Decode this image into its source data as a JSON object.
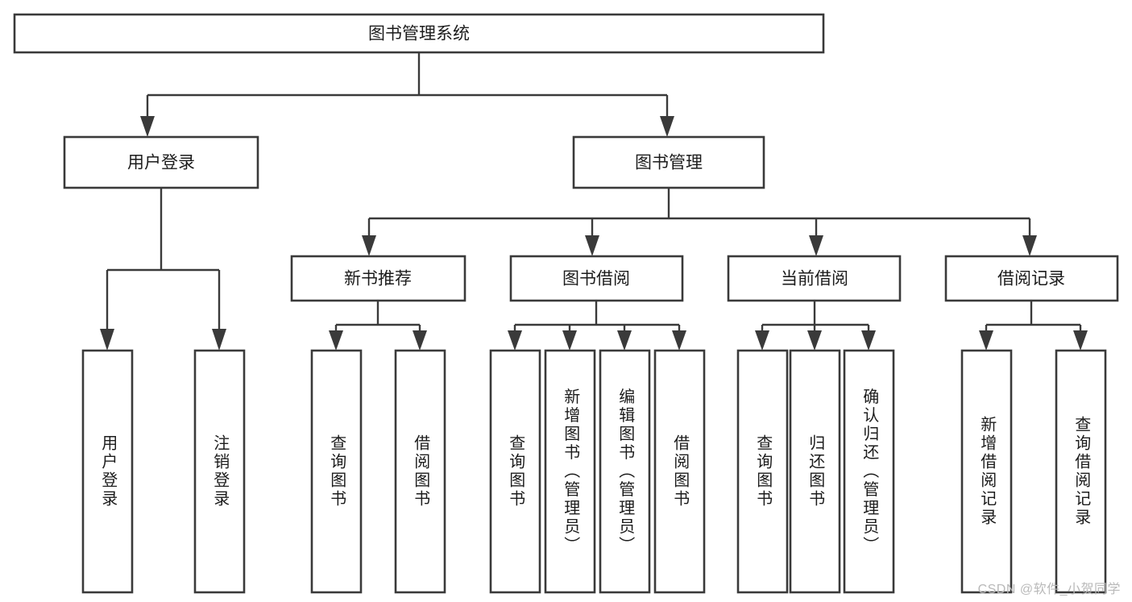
{
  "diagram": {
    "type": "tree",
    "orientation": "top-down",
    "title": "图书管理系统",
    "colors": {
      "background": "#ffffff",
      "node_fill": "#ffffff",
      "node_stroke": "#3a3a3a",
      "connector": "#3a3a3a",
      "label_text": "#1c1c1c",
      "watermark_text": "#b9b9b9"
    },
    "root": {
      "label": "图书管理系统"
    },
    "level1": [
      {
        "label": "用户登录"
      },
      {
        "label": "图书管理"
      }
    ],
    "level2": [
      {
        "label": "新书推荐"
      },
      {
        "label": "图书借阅"
      },
      {
        "label": "当前借阅"
      },
      {
        "label": "借阅记录"
      }
    ],
    "leaves": {
      "user_login": [
        {
          "label": "用户登录"
        },
        {
          "label": "注销登录"
        }
      ],
      "new_book_recommend": [
        {
          "label": "查询图书"
        },
        {
          "label": "借阅图书"
        }
      ],
      "book_borrow": [
        {
          "label": "查询图书"
        },
        {
          "label": "新增图书（管理员）"
        },
        {
          "label": "编辑图书（管理员）"
        },
        {
          "label": "借阅图书"
        }
      ],
      "current_borrow": [
        {
          "label": "查询图书"
        },
        {
          "label": "归还图书"
        },
        {
          "label": "确认归还（管理员）"
        }
      ],
      "borrow_record": [
        {
          "label": "新增借阅记录"
        },
        {
          "label": "查询借阅记录"
        }
      ]
    }
  },
  "watermark": {
    "text": "CSDN @软件_小贺同学"
  }
}
